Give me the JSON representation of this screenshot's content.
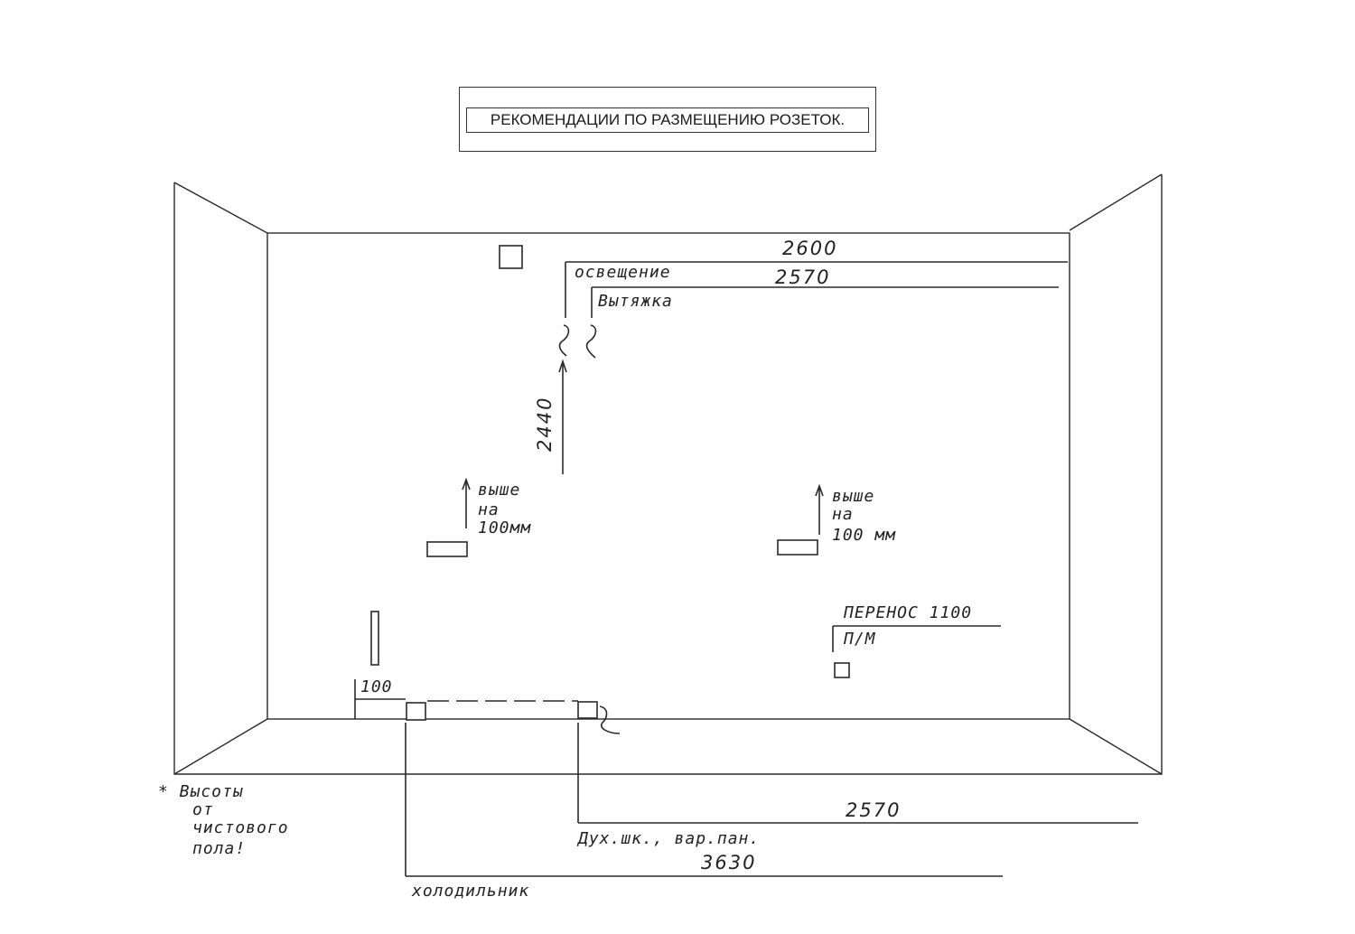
{
  "title": "РЕКОМЕНДАЦИИ ПО РАЗМЕЩЕНИЮ РОЗЕТОК.",
  "labels": {
    "lighting": "освещение",
    "hood": "Вытяжка",
    "dim_2600": "2600",
    "dim_2570_top": "2570",
    "dim_2440": "2440",
    "raise_left": [
      "выше",
      "на",
      "100мм"
    ],
    "raise_right": [
      "выше",
      "на",
      "100 мм"
    ],
    "transfer": "ПЕРЕНОС 1100",
    "pm": "П/М",
    "dim_100": "100",
    "oven": "Дух.шк., вар.пан.",
    "dim_2570_bottom": "2570",
    "dim_3630": "3630",
    "fridge": "холодильник",
    "note": [
      "* Высоты",
      "от",
      "чистового",
      "пола!"
    ]
  }
}
